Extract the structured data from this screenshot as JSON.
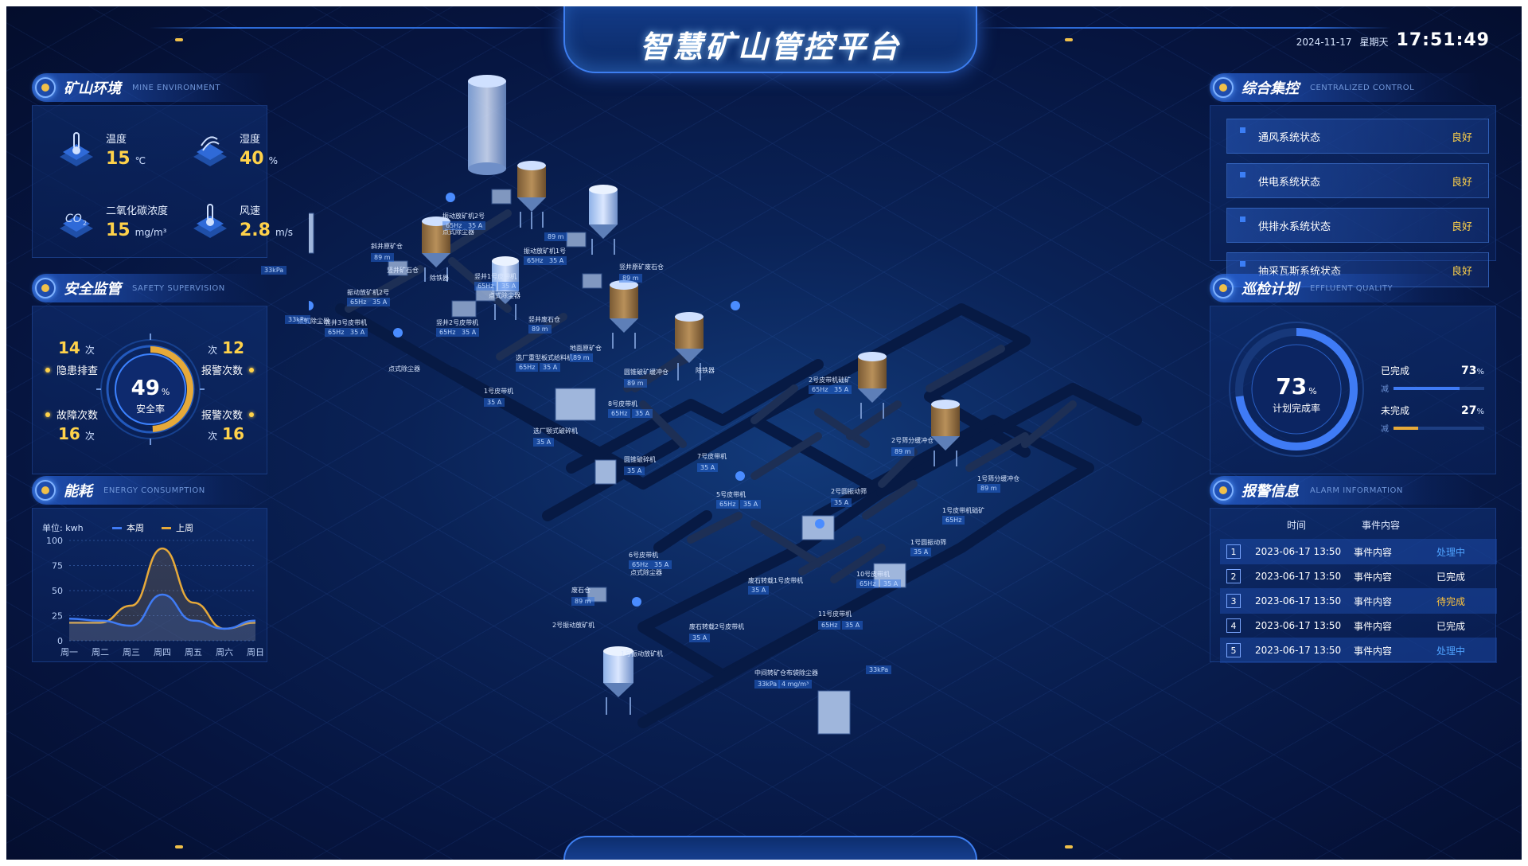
{
  "header": {
    "title": "智慧矿山管控平台",
    "date": "2024-11-17",
    "weekday": "星期天",
    "time": "17:51:49"
  },
  "env": {
    "title": "矿山环境",
    "subtitle": "MINE ENVIRONMENT",
    "items": [
      {
        "label": "温度",
        "value": "15",
        "unit": "℃",
        "icon": "thermometer-icon"
      },
      {
        "label": "湿度",
        "value": "40",
        "unit": "%",
        "icon": "humidity-icon"
      },
      {
        "label": "二氧化碳浓度",
        "value": "15",
        "unit": "mg/m³",
        "icon": "co2-icon"
      },
      {
        "label": "风速",
        "value": "2.8",
        "unit": "m/s",
        "icon": "wind-thermometer-icon"
      }
    ]
  },
  "safety": {
    "title": "安全监管",
    "subtitle": "SAFETY SUPERVISION",
    "rate_value": "49",
    "rate_unit": "%",
    "rate_label": "安全率",
    "rate_fraction": 0.49,
    "counts": {
      "hazard": {
        "value": "14",
        "unit": "次",
        "label": "隐患排查"
      },
      "alarm_top": {
        "value": "12",
        "unit": "次",
        "label": "报警次数"
      },
      "fault": {
        "value": "16",
        "unit": "次",
        "label": "故障次数"
      },
      "alarm_bottom": {
        "value": "16",
        "unit": "次",
        "label": "报警次数"
      }
    }
  },
  "energy": {
    "title": "能耗",
    "subtitle": "ENERGY CONSUMPTION",
    "unit_label": "单位: kwh"
  },
  "chart_data": {
    "type": "line",
    "categories": [
      "周一",
      "周二",
      "周三",
      "周四",
      "周五",
      "周六",
      "周日"
    ],
    "series": [
      {
        "name": "本周",
        "values": [
          22,
          20,
          15,
          46,
          20,
          12,
          20
        ],
        "color": "#3f7bf5"
      },
      {
        "name": "上周",
        "values": [
          18,
          18,
          35,
          92,
          38,
          12,
          18
        ],
        "color": "#e6a93a"
      }
    ],
    "ylim": [
      0,
      100
    ],
    "yticks": [
      0,
      25,
      50,
      75,
      100
    ],
    "grid": true,
    "legend": "top-left"
  },
  "control": {
    "title": "综合集控",
    "subtitle": "CENTRALIZED CONTROL",
    "rows": [
      {
        "name": "通风系统状态",
        "status": "良好"
      },
      {
        "name": "供电系统状态",
        "status": "良好"
      },
      {
        "name": "供排水系统状态",
        "status": "良好"
      },
      {
        "name": "抽采瓦斯系统状态",
        "status": "良好"
      }
    ]
  },
  "inspection": {
    "title": "巡检计划",
    "subtitle": "EFFLUENT QUALITY",
    "rate_value": "73",
    "rate_unit": "%",
    "rate_label": "计划完成率",
    "rate_fraction": 0.73,
    "done_label": "已完成",
    "done_value": "73",
    "done_unit": "%",
    "done_sub": "减",
    "done_fraction": 0.73,
    "todo_label": "未完成",
    "todo_value": "27",
    "todo_unit": "%",
    "todo_sub": "减",
    "todo_fraction": 0.27,
    "colors": {
      "done": "#3f7bf5",
      "todo": "#e6a93a"
    }
  },
  "alarm": {
    "title": "报警信息",
    "subtitle": "ALARM INFORMATION",
    "col_time": "时间",
    "col_event": "事件内容",
    "rows": [
      {
        "no": "1",
        "time": "2023-06-17 13:50",
        "event": "事件内容",
        "status": "处理中",
        "kind": "processing"
      },
      {
        "no": "2",
        "time": "2023-06-17 13:50",
        "event": "事件内容",
        "status": "已完成",
        "kind": "done"
      },
      {
        "no": "3",
        "time": "2023-06-17 13:50",
        "event": "事件内容",
        "status": "待完成",
        "kind": "pending"
      },
      {
        "no": "4",
        "time": "2023-06-17 13:50",
        "event": "事件内容",
        "status": "已完成",
        "kind": "done"
      },
      {
        "no": "5",
        "time": "2023-06-17 13:50",
        "event": "事件内容",
        "status": "处理中",
        "kind": "processing"
      }
    ]
  },
  "map": {
    "labels": [
      "振动放矿机2号",
      "点式除尘器",
      "斜井原矿仓",
      "竖井矿石仓",
      "振动放矿机1号",
      "竖井原矿废石仓",
      "除铁器",
      "竖井1号皮带机",
      "振动放矿机2号",
      "点式除尘器",
      "竖井3号皮带机",
      "竖井2号皮带机",
      "竖井废石仓",
      "地面原矿仓",
      "选厂重型板式给料机",
      "点式除尘器",
      "1号皮带机",
      "选厂颚式破碎机",
      "圆锥破矿缓冲仓",
      "除铁器",
      "8号皮带机",
      "圆锥破碎机",
      "7号皮带机",
      "2号皮带机础矿",
      "2号筛分缓冲仓",
      "2号圆振动筛",
      "5号皮带机",
      "1号筛分缓冲仓",
      "1号皮带机础矿",
      "1号圆振动筛",
      "6号皮带机",
      "点式除尘器",
      "废石仓",
      "2号振动放矿机",
      "1号振动放矿机",
      "废石转载1号皮带机",
      "废石转载2号皮带机",
      "10号皮带机",
      "11号皮带机",
      "中间转矿仓布袋除尘器",
      "点式除尘器"
    ],
    "tags": {
      "hz": "65Hz",
      "amp": "35 A",
      "m": "89 m",
      "kpa": "33kPa",
      "mg": "4 mg/m³"
    }
  }
}
